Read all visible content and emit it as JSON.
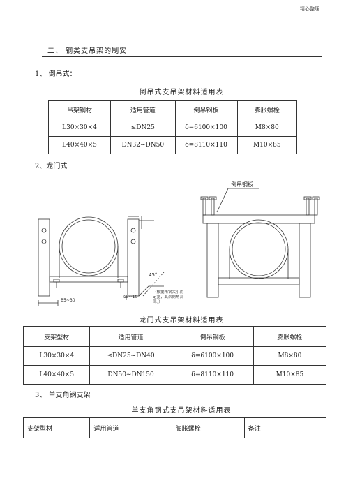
{
  "header": {
    "note": "精心整理"
  },
  "section2": {
    "title": "二、 钢类支吊架的制安"
  },
  "item1": {
    "label": "1、  倒吊式："
  },
  "table1": {
    "caption": "倒吊式支吊架材料适用表",
    "headers": [
      "吊架钢材",
      "适用管道",
      "倒吊钢板",
      "膨胀螺栓"
    ],
    "rows": [
      [
        "L30×30×4",
        "≤DN25",
        "δ=6100×100",
        "M8×80"
      ],
      [
        "L40×40×5",
        "DN32~DN50",
        "δ=8110×110",
        "M10×85"
      ]
    ]
  },
  "item2": {
    "label": "2、龙门式"
  },
  "drawing": {
    "label_plate": "倒吊钢板",
    "label_angle": "45°",
    "label_dim": "B5~30",
    "label_thick": "δ5~10",
    "note_line1": "（根据角钢大小而",
    "note_line2": "定宽，其余倒角高",
    "note_line3": "同。）"
  },
  "table2": {
    "caption": "龙门式支吊架材料适用表",
    "headers": [
      "支架型材",
      "适用管道",
      "倒吊钢板",
      "膨胀螺栓"
    ],
    "rows": [
      [
        "L30×30×4",
        "≤DN25~DN40",
        "δ=6100×100",
        "M8×80"
      ],
      [
        "L40×40×5",
        "DN50~DN150",
        "δ=8110×110",
        "M10×85"
      ]
    ]
  },
  "item3": {
    "label": "3、  单支角钢支架"
  },
  "table3": {
    "caption": "单支角钢式支吊架材料适用表",
    "headers": [
      "支架型材",
      "适用管道",
      "膨胀螺栓",
      "备注"
    ]
  }
}
